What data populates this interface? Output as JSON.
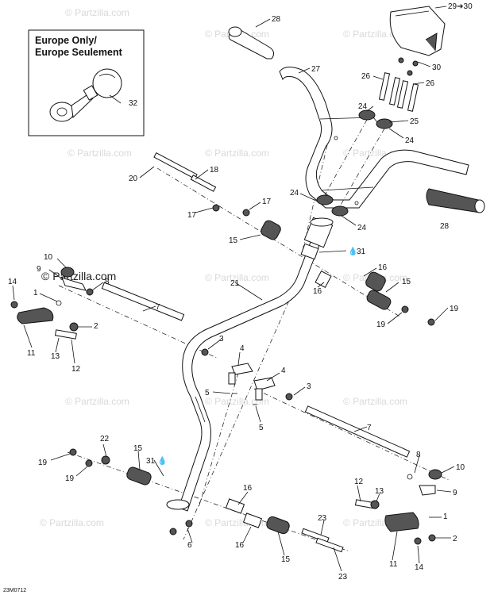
{
  "inset": {
    "title_line1": "Europe Only/",
    "title_line2": "Europe Seulement",
    "callout": "32"
  },
  "watermark": {
    "text": "© Partzilla.com",
    "prominent_text": "© Partzilla.com"
  },
  "diagram_code": "23M0712",
  "callouts": {
    "c28_top": "28",
    "c29_30": "29➔30",
    "c30": "30",
    "c27": "27",
    "c26_left": "26",
    "c26_right": "26",
    "c24_a": "24",
    "c25": "25",
    "c24_b": "24",
    "c20": "20",
    "c18": "18",
    "c17_a": "17",
    "c17_b": "17",
    "c24_c": "24",
    "c24_d": "24",
    "c28_right": "28",
    "c15_a": "15",
    "c31_a": "31",
    "c10_left": "10",
    "c9_left": "9",
    "c14_left": "14",
    "c8_left": "8",
    "c21": "21",
    "c16_a": "16",
    "c15_b": "15",
    "c16_b": "16",
    "c1_left": "1",
    "c7_top": "7",
    "c19_a": "19",
    "c19_b": "19",
    "c2_left": "2",
    "c11_left": "11",
    "c13_left": "13",
    "c12_left": "12",
    "c3_a": "3",
    "c4_a": "4",
    "c5_a": "5",
    "c4_b": "4",
    "c3_b": "3",
    "c5_b": "5",
    "c7_bottom": "7",
    "c22": "22",
    "c15_c": "15",
    "c31_b": "31",
    "c19_c": "19",
    "c19_d": "19",
    "c8_right": "8",
    "c10_right": "10",
    "c12_right": "12",
    "c13_right": "13",
    "c9_right": "9",
    "c16_c": "16",
    "c6": "6",
    "c16_d": "16",
    "c23_a": "23",
    "c1_right": "1",
    "c2_right": "2",
    "c15_d": "15",
    "c11_right": "11",
    "c14_right": "14",
    "c23_b": "23"
  }
}
